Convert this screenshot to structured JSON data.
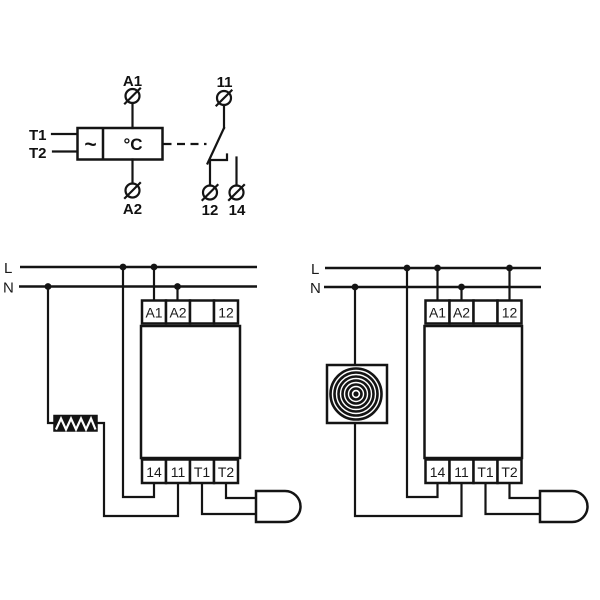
{
  "colors": {
    "line": "#141414",
    "background": "#ffffff"
  },
  "schematic": {
    "probe_terminal_1": "T1",
    "probe_terminal_2": "T2",
    "supply_symbol": "~",
    "temp_symbol": "°C",
    "terminal_a1": "A1",
    "terminal_a2": "A2",
    "contact_common": "11",
    "contact_nc": "12",
    "contact_no": "14",
    "icons": {
      "screw_terminal": "screw-terminal-icon",
      "changeover_contact": "changeover-contact-icon"
    }
  },
  "left_diagram": {
    "phase_label": "L",
    "neutral_label": "N",
    "top_terminals": [
      "A1",
      "A2",
      "",
      "12"
    ],
    "bottom_terminals": [
      "14",
      "11",
      "T1",
      "T2"
    ],
    "load_icon": "heating-element-resistor-icon",
    "probe_icon": "temperature-probe-icon"
  },
  "right_diagram": {
    "phase_label": "L",
    "neutral_label": "N",
    "top_terminals": [
      "A1",
      "A2",
      "",
      "12"
    ],
    "bottom_terminals": [
      "14",
      "11",
      "T1",
      "T2"
    ],
    "load_icon": "heating-spiral-icon",
    "probe_icon": "temperature-probe-icon"
  }
}
